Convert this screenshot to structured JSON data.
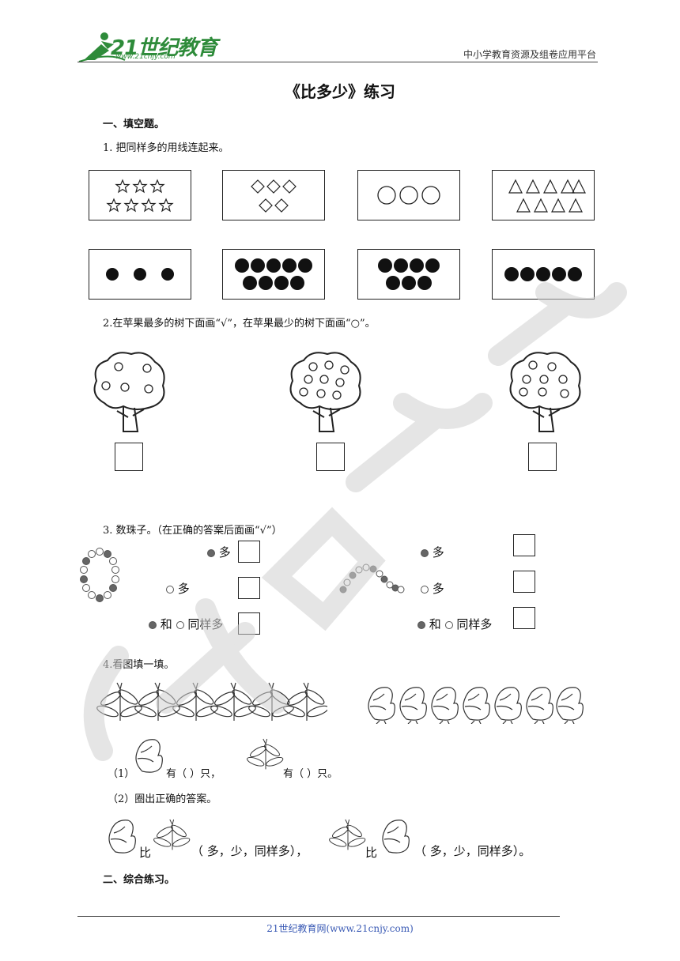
{
  "header": {
    "logo_text": "21世纪教育",
    "logo_url": "www.21cnjy.com",
    "platform": "中小学教育资源及组卷应用平台"
  },
  "title": "《比多少》练习",
  "section1": {
    "heading": "一、填空题。",
    "q1": "1. 把同样多的用线连起来。",
    "q2": "2.在苹果最多的树下面画“√”，在苹果最少的树下面画“○”。",
    "q3": "3.  数珠子。（在正确的答案后面画“√”）",
    "q3_labels": {
      "more": "多",
      "and": "和",
      "same": "同样多"
    },
    "q4": "4.看图填一填。",
    "q4_1_prefix": "（1）",
    "q4_1_text_a": "有（      ）只，",
    "q4_1_text_b": "有（      ）只。",
    "q4_2": "（2）圈出正确的答案。",
    "q4_2_bi": "比",
    "q4_2_choice_a": "（  多，少，同样多），",
    "q4_2_choice_b": "（  多，少，同样多）。"
  },
  "section2": {
    "heading": "二、综合练习。"
  },
  "footer": "21世纪教育网(www.21cnjy.com)"
}
